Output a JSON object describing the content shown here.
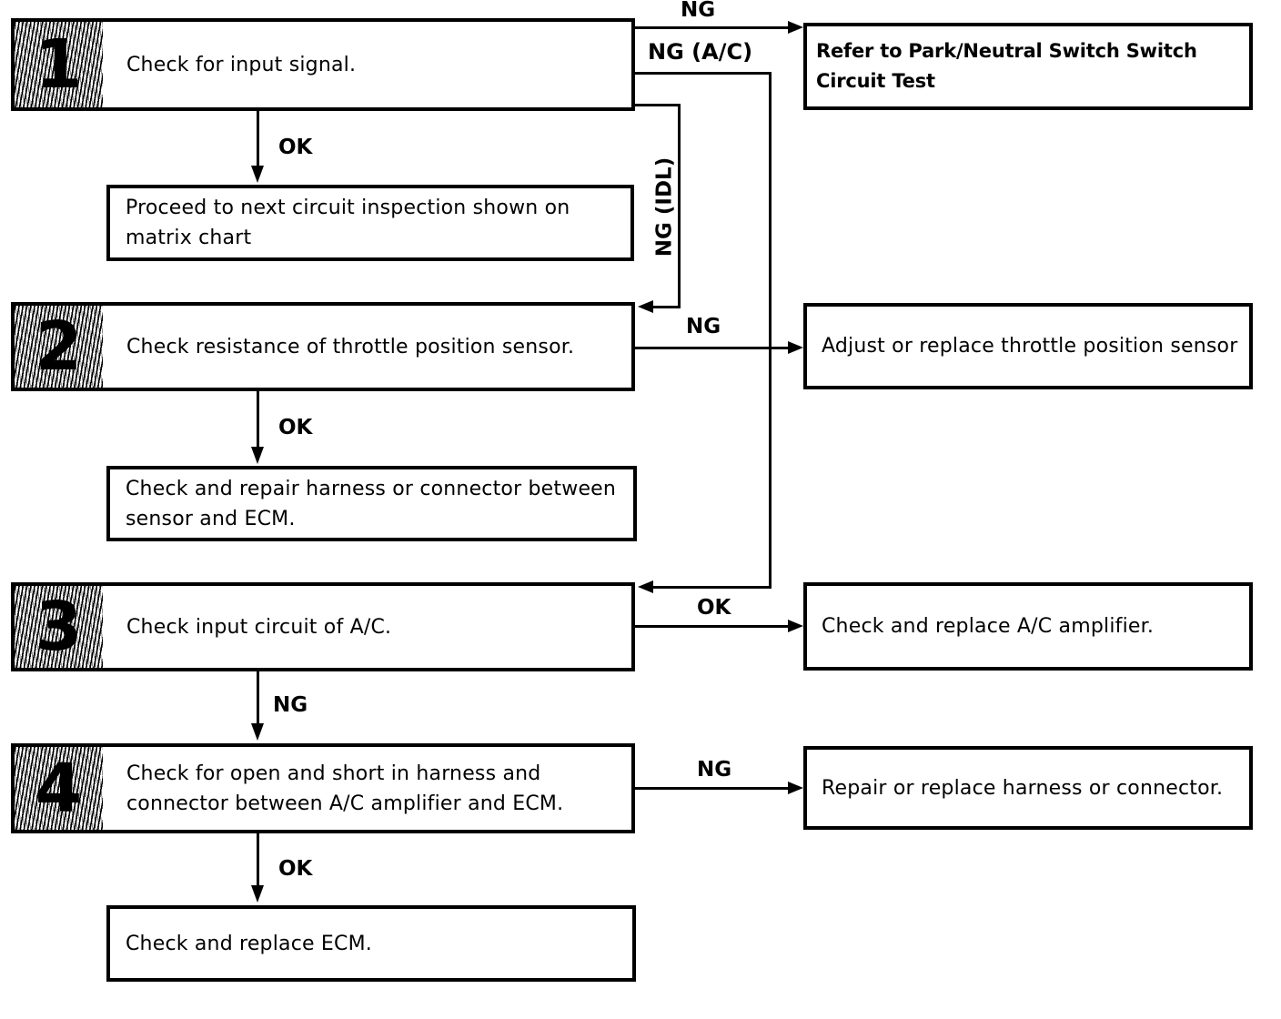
{
  "flowchart": {
    "steps": [
      {
        "number": "1",
        "text": "Check for input signal."
      },
      {
        "number": "2",
        "text": "Check resistance of throttle position sensor."
      },
      {
        "number": "3",
        "text": "Check input circuit of A/C."
      },
      {
        "number": "4",
        "text": "Check for open and short in harness and connector between A/C amplifier and ECM."
      }
    ],
    "left_results": [
      {
        "text": "Proceed to next circuit inspection shown on matrix chart"
      },
      {
        "text": "Check and repair harness or connector between sensor and ECM."
      },
      {
        "text": "Check and replace ECM."
      }
    ],
    "right_results": [
      {
        "text": "Refer to Park/Neutral Switch Switch Circuit Test"
      },
      {
        "text": "Adjust or replace throttle position sensor"
      },
      {
        "text": "Check and replace A/C amplifier."
      },
      {
        "text": "Repair or replace harness or connector."
      }
    ],
    "edge_labels": {
      "step1_ng": "NG",
      "step1_ng_ac": "NG (A/C)",
      "step1_ng_idl": "NG (IDL)",
      "step1_ok": "OK",
      "step2_ng": "NG",
      "step2_ok": "OK",
      "step3_ok": "OK",
      "step3_ng": "NG",
      "step4_ng": "NG",
      "step4_ok": "OK"
    },
    "colors": {
      "ink": "#000000",
      "paper": "#ffffff"
    }
  }
}
